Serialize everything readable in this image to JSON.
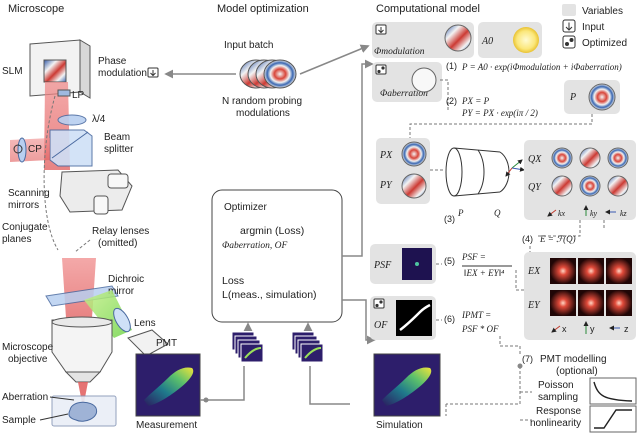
{
  "headers": {
    "microscope": "Microscope",
    "model_optimization": "Model optimization",
    "computational_model": "Computational model"
  },
  "legend": {
    "variables": "Variables",
    "input": "Input",
    "optimized": "Optimized"
  },
  "microscope": {
    "slm": "SLM",
    "phase_modulation_1": "Phase",
    "phase_modulation_2": "modulation",
    "lp": "LP",
    "lambda4": "λ/4",
    "beam_splitter_1": "Beam",
    "beam_splitter_2": "splitter",
    "cp": "CP",
    "scanning_mirrors_1": "Scanning",
    "scanning_mirrors_2": "mirrors",
    "relay_lenses_1": "Relay lenses",
    "relay_lenses_2": "(omitted)",
    "conjugate_planes_1": "Conjugate",
    "conjugate_planes_2": "planes",
    "dichroic_1": "Dichroic",
    "dichroic_2": "mirror",
    "lens": "Lens",
    "pmt": "PMT",
    "objective_1": "Microscope",
    "objective_2": "objective",
    "aberration": "Aberration",
    "sample": "Sample",
    "measurement": "Measurement"
  },
  "optimization": {
    "input_batch": "Input batch",
    "random_1": "N random probing",
    "random_2": "modulations",
    "optimizer": "Optimizer",
    "argmin": "argmin (Loss)",
    "argmin_vars": "Φaberration, OF",
    "loss_1": "Loss",
    "loss_2": "L(meas., simulation)",
    "simulation": "Simulation"
  },
  "model": {
    "phi_mod": "Φmodulation",
    "a0": "A0",
    "phi_ab": "Φaberration",
    "eq1_num": "(1)",
    "eq1": "P = A0 · exp(iΦmodulation + iΦaberration)",
    "p_label": "P",
    "eq2_num": "(2)",
    "eq2a": "PX = P",
    "eq2b": "PY = PX · exp(iπ / 2)",
    "px": "PX",
    "py": "PY",
    "p_small": "P",
    "q_small": "Q",
    "eq3_num": "(3)",
    "qx": "QX",
    "qy": "QY",
    "kx": "kx",
    "ky": "ky",
    "kz": "kz",
    "eq4_num": "(4)",
    "eq4": "E = ℱ(Q)",
    "psf_label": "PSF",
    "eq5_num": "(5)",
    "eq5a": "PSF =",
    "eq5b": "‖EX + EY‖⁴",
    "ex": "EX",
    "ey": "EY",
    "x": "x",
    "y": "y",
    "z": "z",
    "of_label": "OF",
    "eq6_num": "(6)",
    "eq6a": "IPMT =",
    "eq6b": "PSF * OF",
    "eq7_num": "(7)",
    "pmt_modelling_1": "PMT modelling",
    "pmt_modelling_2": "(optional)",
    "poisson_1": "Poisson",
    "poisson_2": "sampling",
    "response_1": "Response",
    "response_2": "nonlinearity"
  }
}
